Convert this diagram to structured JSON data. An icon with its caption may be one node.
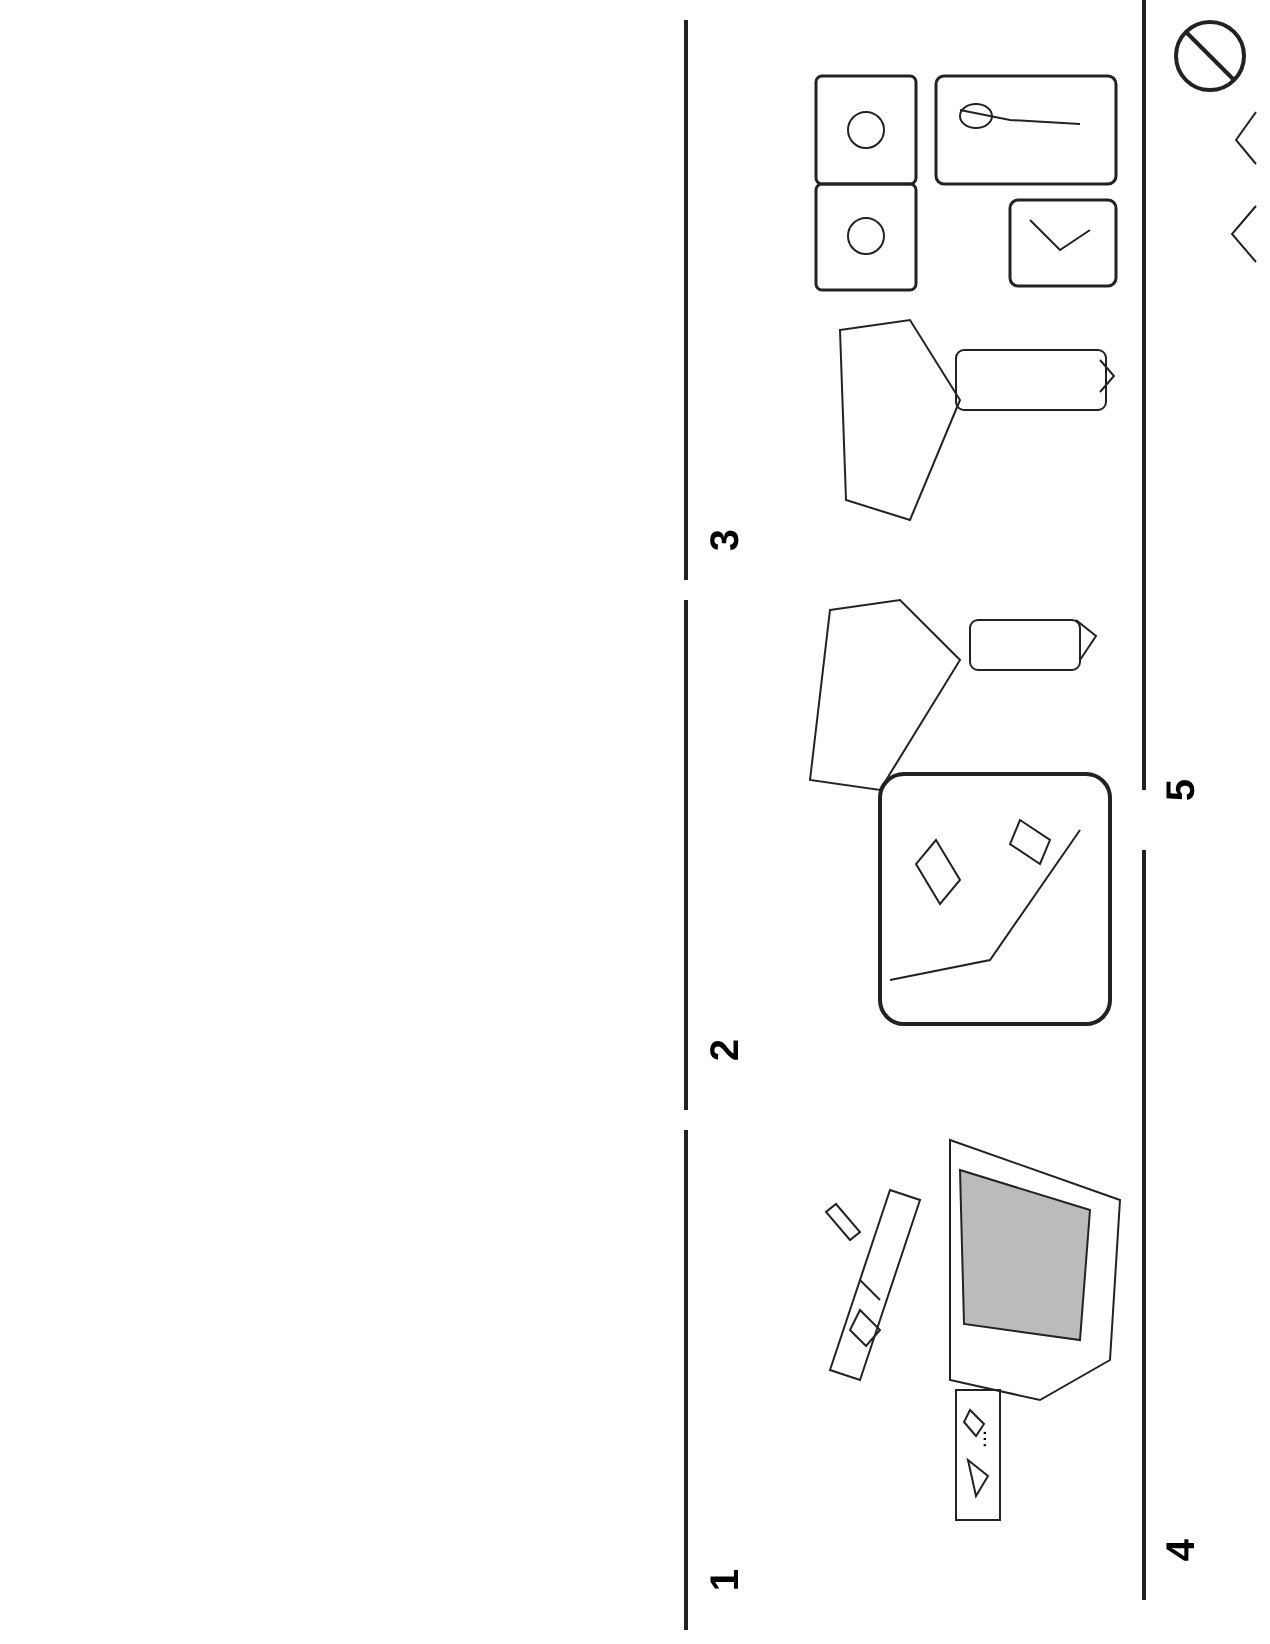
{
  "diagram": {
    "labels": [
      "1",
      "...",
      "2",
      "3",
      "4",
      "5"
    ]
  }
}
